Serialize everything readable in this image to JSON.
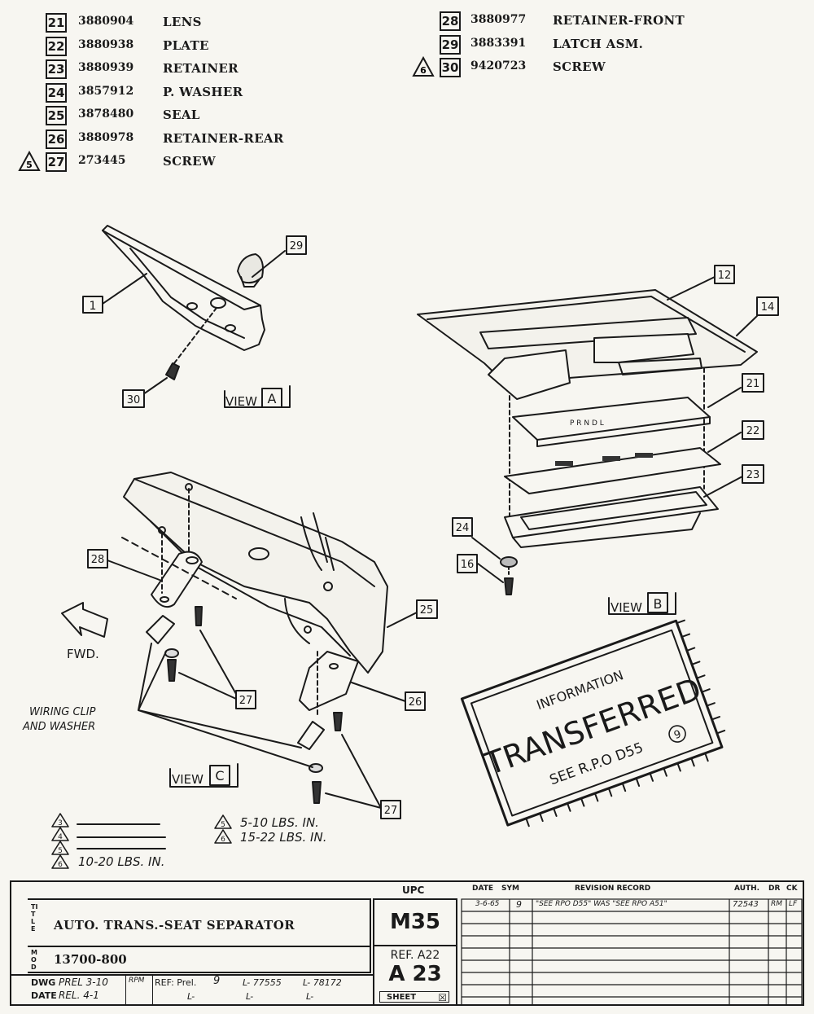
{
  "parts_left": [
    {
      "num": "21",
      "part": "3880904",
      "name": "LENS",
      "note": ""
    },
    {
      "num": "22",
      "part": "3880938",
      "name": "PLATE",
      "note": ""
    },
    {
      "num": "23",
      "part": "3880939",
      "name": "RETAINER",
      "note": ""
    },
    {
      "num": "24",
      "part": "3857912",
      "name": "P. WASHER",
      "note": ""
    },
    {
      "num": "25",
      "part": "3878480",
      "name": "SEAL",
      "note": ""
    },
    {
      "num": "26",
      "part": "3880978",
      "name": "RETAINER-REAR",
      "note": ""
    },
    {
      "num": "27",
      "part": "273445",
      "name": "SCREW",
      "note": "5"
    }
  ],
  "parts_right": [
    {
      "num": "28",
      "part": "3880977",
      "name": "RETAINER-FRONT",
      "note": ""
    },
    {
      "num": "29",
      "part": "3883391",
      "name": "LATCH ASM.",
      "note": ""
    },
    {
      "num": "30",
      "part": "9420723",
      "name": "SCREW",
      "note": "6"
    }
  ],
  "callouts": {
    "c1": "1",
    "c12": "12",
    "c14": "14",
    "c16": "16",
    "c21": "21",
    "c22": "22",
    "c23": "23",
    "c24": "24",
    "c25": "25",
    "c26": "26",
    "c27a": "27",
    "c27b": "27",
    "c28": "28",
    "c29": "29",
    "c30": "30"
  },
  "views": {
    "a_word": "VIEW",
    "a_letter": "A",
    "b_word": "VIEW",
    "b_letter": "B",
    "c_word": "VIEW",
    "c_letter": "C"
  },
  "fwd_label": "FWD.",
  "wiring_label_1": "WIRING CLIP",
  "wiring_label_2": "AND WASHER",
  "torque_notes": {
    "n3": "3",
    "n4": "4",
    "n5": "5",
    "n6": "6",
    "t5": "5-10  LBS. IN.",
    "t6": "15-22  LBS. IN.",
    "t10": "10-20  LBS. IN."
  },
  "stamp": {
    "line1": "INFORMATION",
    "line2": "TRANSFERRED",
    "line3": "SEE R.P.O  D55",
    "circle": "9"
  },
  "title_block": {
    "title_side": "TITLE",
    "title": "AUTO. TRANS.-SEAT SEPARATOR",
    "mod_side": "MOD",
    "mod": "13700-800",
    "dwg_label": "DWG",
    "date_label": "DATE",
    "prel_row": "PREL  3-10",
    "rel_row": "REL.  4-1",
    "initials": "RPM",
    "ref_label": "REF: Prel.",
    "ref_val": "9",
    "l1": "L- 77555",
    "l2": "L- 78172",
    "l3": "L-",
    "l4": "L-",
    "l5": "L-",
    "upc_label": "UPC",
    "upc": "M35",
    "ref2_label": "REF. A22",
    "ref2": "A 23",
    "sheet": "SHEET",
    "rev_headers": [
      "DATE",
      "SYM",
      "REVISION RECORD",
      "AUTH.",
      "DR",
      "CK"
    ],
    "rev_rows": [
      {
        "date": "3-6-65",
        "sym": "9",
        "record": "\"SEE RPO D55\" WAS \"SEE RPO A51\"",
        "auth": "72543",
        "dr": "RM",
        "ck": "LF"
      }
    ]
  }
}
